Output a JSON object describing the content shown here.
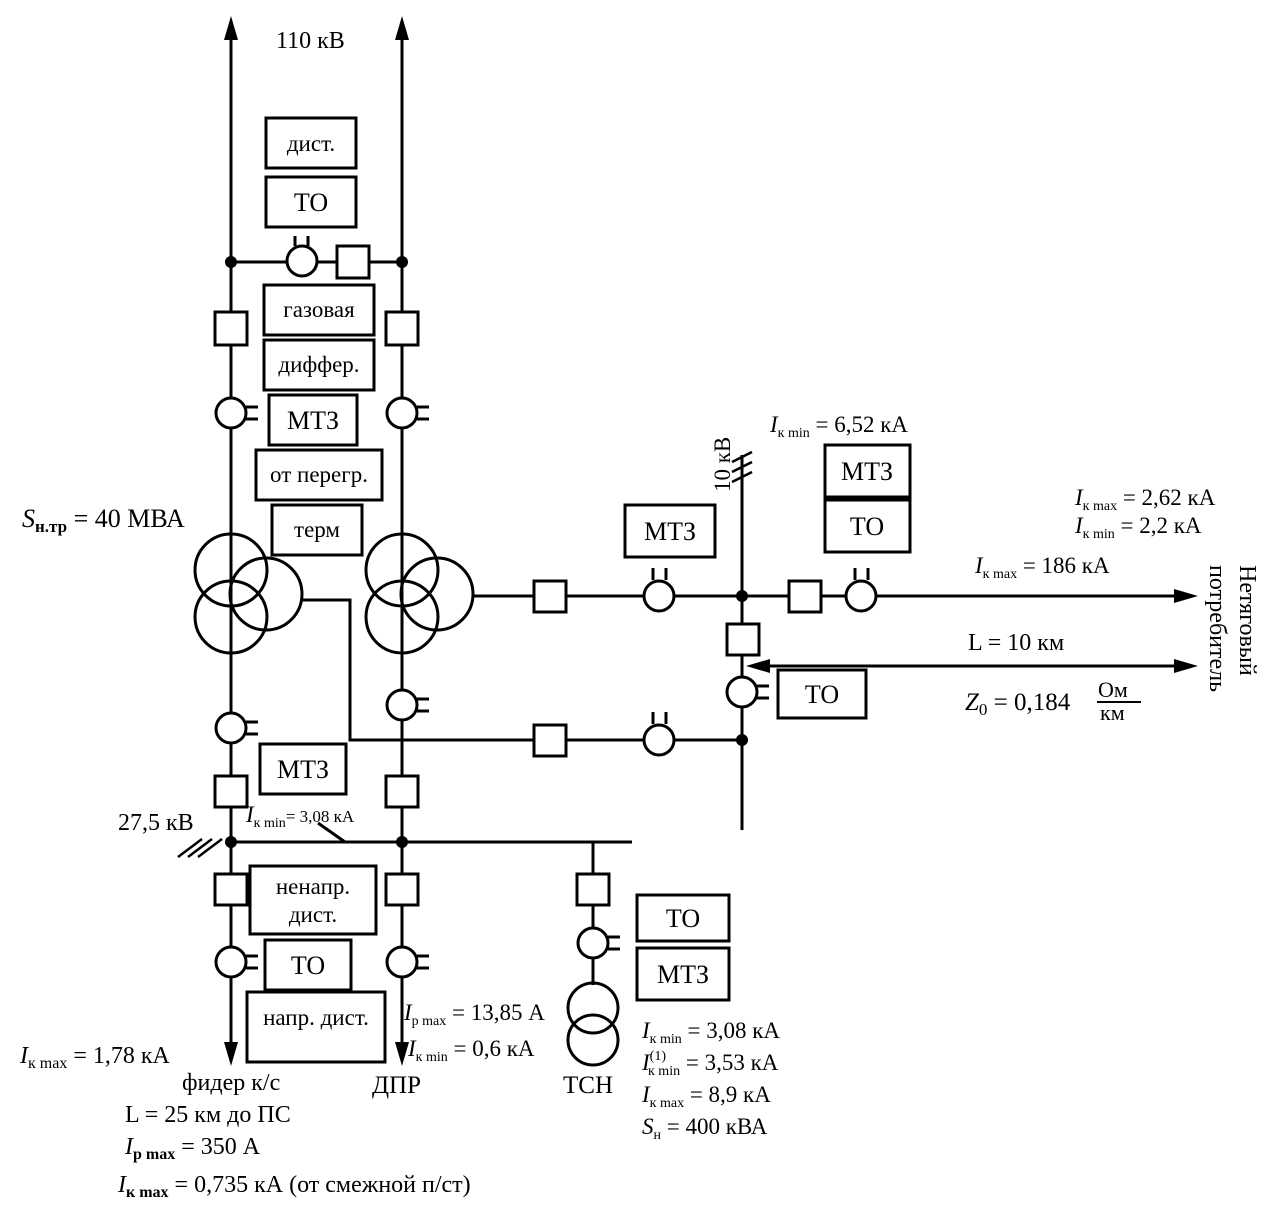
{
  "voltages": {
    "hv": "110 кВ",
    "mv": "27,5 кВ",
    "lv": "10 кВ"
  },
  "relay_boxes": {
    "dist": "дист.",
    "to_hv": "ТО",
    "gas": "газовая",
    "diff": "диффер.",
    "mtz_tr": "МТЗ",
    "overload": "от перегр.",
    "therm": "терм",
    "mtz_10": "МТЗ",
    "mtz_out": "МТЗ",
    "to_out": "ТО",
    "to_10": "ТО",
    "mtz_275": "МТЗ",
    "nondir": "ненапр.",
    "nondir2": "дист.",
    "to_feeder": "ТО",
    "dir_dist": "напр. дист.",
    "to_tsn": "ТО",
    "mtz_tsn": "МТЗ"
  },
  "transformer": {
    "rating_sym": "S",
    "rating_sub": "н.тр",
    "rating_val": " = 40 МВА"
  },
  "bus_10kv": {
    "ikmin_sym": "I",
    "ikmin_sub": "к min",
    "ikmin_val": " = 6,52 кА"
  },
  "consumer": {
    "ikmax_sym": "I",
    "ikmax_sub": "к max",
    "ikmax_val": " = 2,62 кА",
    "ikmin_sym": "I",
    "ikmin_sub": "к min",
    "ikmin_val": " = 2,2 кА",
    "ik186_sym": "I",
    "ik186_sub": "к max",
    "ik186_val": " = 186 кА",
    "length": "L = 10 км",
    "z0_sym": "Z",
    "z0_sub": "0",
    "z0_val": " = 0,184",
    "z0_num": "Ом",
    "z0_den": "км",
    "label_line1": "Нетяговый",
    "label_line2": "потребитель"
  },
  "bus_275": {
    "ikmin_sym": "I",
    "ikmin_sub": "к min",
    "ikmin_val": "= 3,08 кА"
  },
  "feeder": {
    "ikmax_sym": "I",
    "ikmax_sub": "к max",
    "ikmax_val": " = 1,78 кА",
    "name": "фидер к/с",
    "length": "L = 25 км до ПС",
    "ipmax_sym": "I",
    "ipmax_sub": "р max",
    "ipmax_val": " = 350 А",
    "ikmax2_sym": "I",
    "ikmax2_sub": "к max",
    "ikmax2_val": " = 0,735 кА (от смежной п/ст)"
  },
  "dpr": {
    "name": "ДПР",
    "ipmax_sym": "I",
    "ipmax_sub": "р max",
    "ipmax_val": " = 13,85 А",
    "ikmin_sym": "I",
    "ikmin_sub": "к min",
    "ikmin_val": " = 0,6 кА"
  },
  "tsn": {
    "name": "ТСН",
    "ikmin_sym": "I",
    "ikmin_sub": "к min",
    "ikmin_val": " = 3,08 кА",
    "ik1_sym": "I",
    "ik1_sup": "(1)",
    "ik1_sub": "к min",
    "ik1_val": " = 3,53 кА",
    "ikmax_sym": "I",
    "ikmax_sub": "к max",
    "ikmax_val": " = 8,9 кА",
    "sn_sym": "S",
    "sn_sub": "н",
    "sn_val": " = 400 кВА"
  }
}
